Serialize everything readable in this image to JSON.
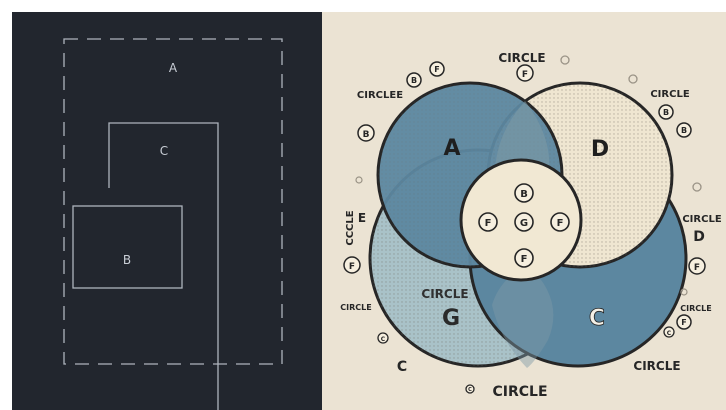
{
  "left_panel": {
    "background": "#22262e",
    "line_color": "#aeb4bd",
    "boxes": [
      {
        "id": "A",
        "label": "A"
      },
      {
        "id": "C",
        "label": "C"
      },
      {
        "id": "B",
        "label": "B"
      }
    ]
  },
  "right_panel": {
    "background": "#ebe3d3",
    "colors": {
      "blue": "#5c87a0",
      "light_blue": "#9fbac4",
      "cream": "#f1e8d3",
      "dark": "#262626"
    },
    "big_letters": {
      "a": "A",
      "d": "D",
      "g": "G",
      "c": "C"
    },
    "center_badges": [
      "B",
      "F",
      "G",
      "F",
      "F"
    ],
    "inner_labels": {
      "circle_mid": "CIRCLE"
    },
    "outer_labels": {
      "top": "CIRCLE",
      "top_left": "CIRCLEE",
      "top_right": "CIRCLE",
      "left_vertical": "CCCLE",
      "left_e": "E",
      "right": "CIRCLE",
      "right_d": "D",
      "left_small": "CIRCLE",
      "right_small": "CIRCLE",
      "bottom_right": "CIRCLE",
      "bottom": "CIRCLE",
      "bottom_left_c": "C"
    },
    "outer_badges": [
      "F",
      "F",
      "B",
      "B",
      "F",
      "B",
      "B",
      "F",
      "F",
      "C",
      "C",
      "C"
    ]
  }
}
